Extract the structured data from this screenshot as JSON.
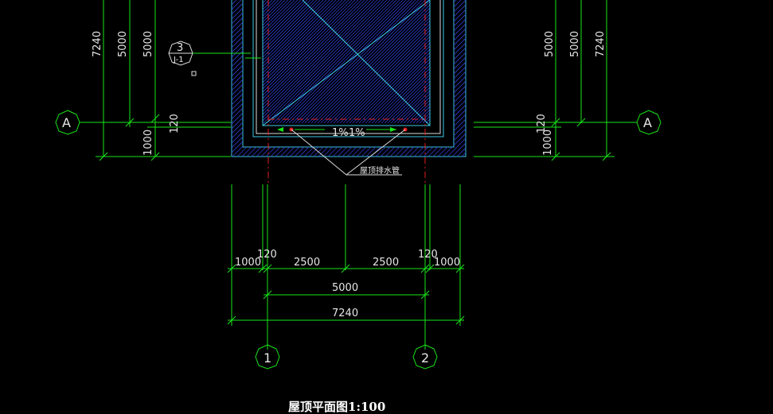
{
  "drawing": {
    "title": "屋顶平面图1:100",
    "drain_label": "屋顶排水管",
    "slope_left": "1%",
    "slope_right": "1%",
    "detail_marker": "3",
    "detail_marker_sub": "J-1",
    "axis_a_left": "A",
    "axis_a_right": "A",
    "axis_1": "1",
    "axis_2": "2"
  },
  "dimensions": {
    "left_outer": "7240",
    "left_inner_1": "5000",
    "left_inner_2": "5000",
    "left_120": "120",
    "left_1000": "1000",
    "right_outer": "7240",
    "right_inner_1": "5000",
    "right_inner_2": "5000",
    "right_120": "120",
    "right_1000": "1000",
    "bottom_1000_left": "1000",
    "bottom_120_left": "120",
    "bottom_2500_left": "2500",
    "bottom_2500_right": "2500",
    "bottom_120_right": "120",
    "bottom_1000_right": "1000",
    "bottom_5000": "5000",
    "bottom_7240": "7240"
  },
  "colors": {
    "background": "#000000",
    "dimension_lines": "#19e619",
    "roof_outline": "#3cc8e6",
    "axis_dashed": "#e61e1e",
    "hatch": "#2a3ccc"
  }
}
